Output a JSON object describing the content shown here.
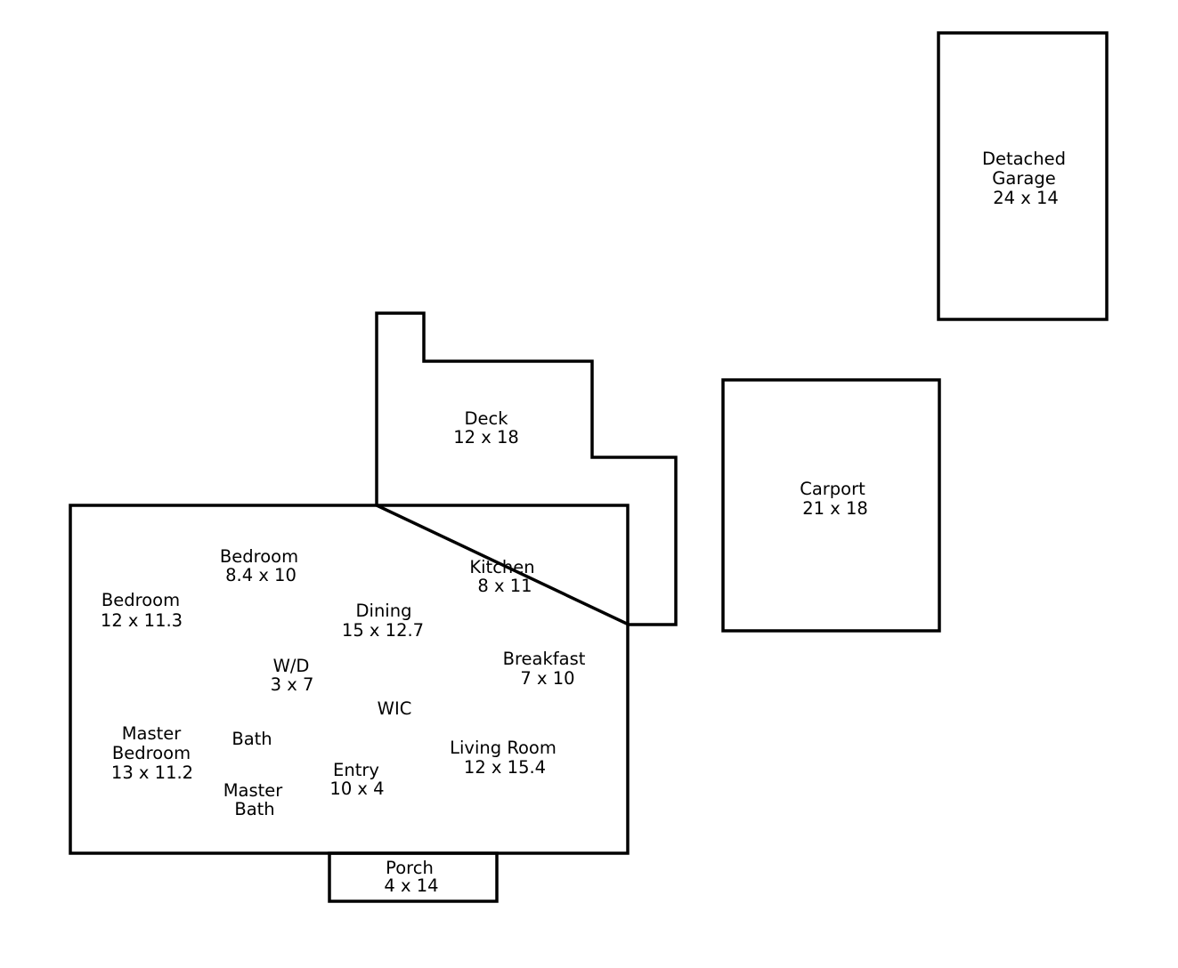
{
  "plan": {
    "line_color": "#000000",
    "background": "#ffffff",
    "areas": {
      "detached_garage": {
        "name_line1": "Detached",
        "name_line2": "Garage",
        "size": "24 x 14"
      },
      "deck": {
        "name": "Deck",
        "size": "12 x 18"
      },
      "carport": {
        "name": "Carport",
        "size": "21 x 18"
      },
      "porch": {
        "name": "Porch",
        "size": "4 x 14"
      }
    },
    "rooms": {
      "bedroom_1": {
        "name": "Bedroom",
        "size": "8.4 x 10"
      },
      "bedroom_2": {
        "name": "Bedroom",
        "size": "12 x 11.3"
      },
      "kitchen": {
        "name": "Kitchen",
        "size": "8 x 11"
      },
      "dining": {
        "name": "Dining",
        "size": "15 x 12.7"
      },
      "breakfast": {
        "name": "Breakfast",
        "size": "7 x 10"
      },
      "laundry": {
        "name": "W/D",
        "size": "3 x 7"
      },
      "wic": {
        "name": "WIC"
      },
      "living_room": {
        "name": "Living Room",
        "size": "12 x 15.4"
      },
      "master_bedroom": {
        "name_line1": "Master",
        "name_line2": "Bedroom",
        "size": "13 x 11.2"
      },
      "bath": {
        "name": "Bath"
      },
      "master_bath": {
        "name_line1": "Master",
        "name_line2": "Bath"
      },
      "entry": {
        "name": "Entry",
        "size": "10 x 4"
      }
    }
  }
}
